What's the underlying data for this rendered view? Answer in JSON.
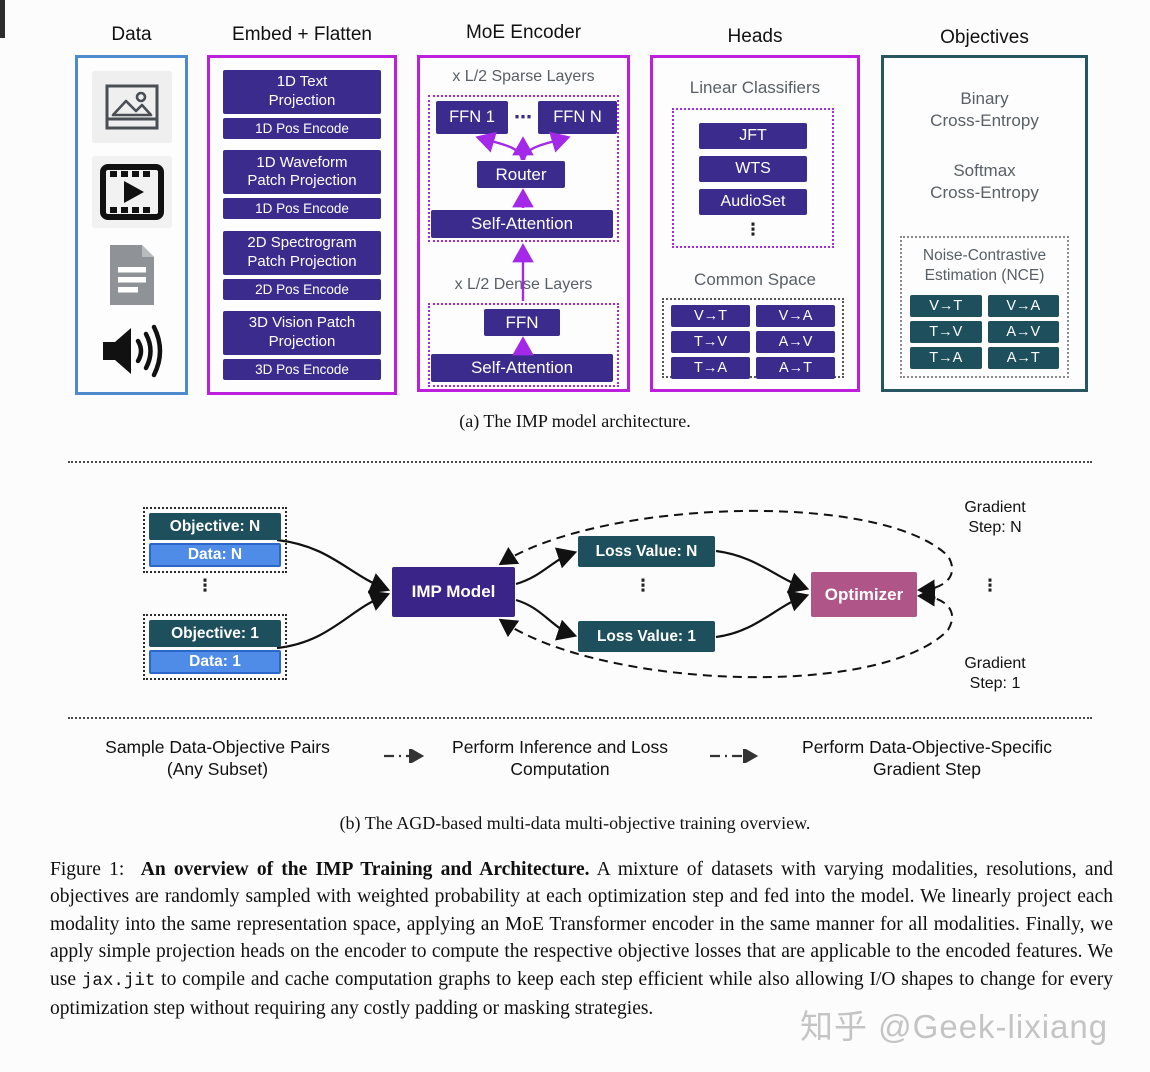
{
  "figure_a": {
    "caption": "(a) The IMP model architecture.",
    "data_col": {
      "title": "Data",
      "icons": [
        "image-icon",
        "video-icon",
        "document-icon",
        "audio-icon"
      ]
    },
    "embed_col": {
      "title": "Embed + Flatten",
      "groups": [
        {
          "projection": "1D Text\nProjection",
          "pos": "1D Pos Encode"
        },
        {
          "projection": "1D Waveform\nPatch Projection",
          "pos": "1D Pos Encode"
        },
        {
          "projection": "2D Spectrogram\nPatch Projection",
          "pos": "2D Pos Encode"
        },
        {
          "projection": "3D Vision Patch\nProjection",
          "pos": "3D Pos Encode"
        }
      ]
    },
    "moe_col": {
      "title": "MoE Encoder",
      "sparse_label": "x L/2 Sparse Layers",
      "ffn1": "FFN 1",
      "ffn_dots": "⋯",
      "ffnN": "FFN N",
      "router": "Router",
      "self_attention_sparse": "Self-Attention",
      "dense_label": "x L/2 Dense Layers",
      "ffn": "FFN",
      "self_attention_dense": "Self-Attention"
    },
    "heads_col": {
      "title": "Heads",
      "linear_label": "Linear Classifiers",
      "classifiers": [
        "JFT",
        "WTS",
        "AudioSet"
      ],
      "ellipsis": "⋮",
      "common_label": "Common Space",
      "pairs": [
        "V→T",
        "V→A",
        "T→V",
        "A→V",
        "T→A",
        "A→T"
      ]
    },
    "objectives_col": {
      "title": "Objectives",
      "binary": "Binary\nCross-Entropy",
      "softmax": "Softmax\nCross-Entropy",
      "nce_label": "Noise-Contrastive\nEstimation (NCE)",
      "pairs": [
        "V→T",
        "V→A",
        "T→V",
        "A→V",
        "T→A",
        "A→T"
      ]
    }
  },
  "figure_b": {
    "caption": "(b) The AGD-based multi-data multi-objective training overview.",
    "objective_n": "Objective: N",
    "data_n": "Data: N",
    "ellipsis": "⋮",
    "objective_1": "Objective: 1",
    "data_1": "Data: 1",
    "imp_model": "IMP Model",
    "loss_n": "Loss Value: N",
    "loss_1": "Loss Value: 1",
    "optimizer": "Optimizer",
    "gradient_n": "Gradient\nStep: N",
    "gradient_1": "Gradient\nStep: 1",
    "steps": [
      "Sample Data-Objective Pairs\n(Any Subset)",
      "Perform Inference and Loss\nComputation",
      "Perform Data-Objective-Specific\nGradient Step"
    ]
  },
  "figure_caption": {
    "label": "Figure 1:",
    "bold": "An overview of the IMP Training and Architecture.",
    "body_1": " A mixture of datasets with varying modalities, resolutions, and objectives are randomly sampled with weighted probability at each optimization step and fed into the model. We linearly project each modality into the same representation space, applying an MoE Transformer encoder in the same manner for all modalities. Finally, we apply simple projection heads on the encoder to compute the respective objective losses that are applicable to the encoded features. We use ",
    "code": "jax.jit",
    "body_2": " to compile and cache computation graphs to keep each step efficient while also allowing I/O shapes to change for every optimization step without requiring any costly padding or masking strategies."
  },
  "watermark": "知乎 @Geek-lixiang",
  "colors": {
    "deep_purple_box": "#3B2B8C",
    "magenta_border": "#BE1FDC",
    "data_blue_border": "#4E8AD0",
    "teal_box": "#1D4F5C",
    "teal_border": "#265661",
    "data_blue_box": "#4E8CE8",
    "optimizer_pink": "#B05588",
    "moe_arrow_purple": "#A428E8"
  }
}
